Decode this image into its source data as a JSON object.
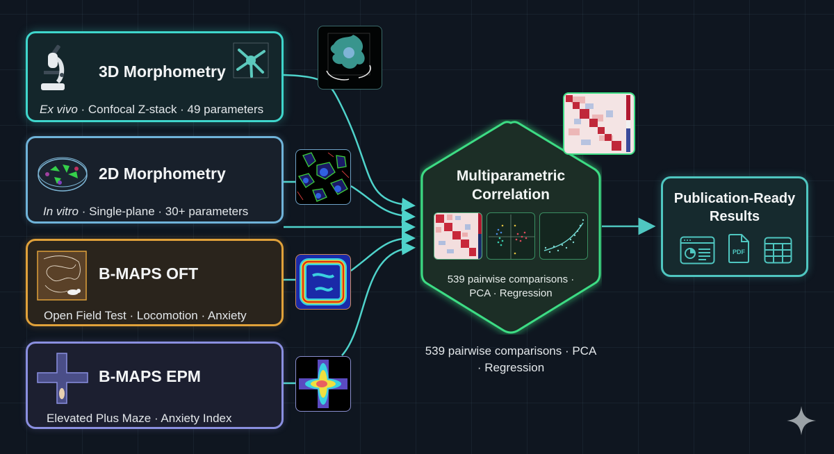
{
  "inputs": [
    {
      "title": "3D Morphometry",
      "subtitle_italic": "Ex vivo",
      "subtitle_rest": " · Confocal Z-stack · 49 parameters",
      "icon": "microscope-icon",
      "color": "#3fd6cc",
      "thumb": "3d-cell-mesh-thumbnail"
    },
    {
      "title": "2D Morphometry",
      "subtitle_italic": "In vitro",
      "subtitle_rest": " · Single-plane · 30+ parameters",
      "icon": "petri-dish-icon",
      "color": "#6fb3d9",
      "thumb": "fluorescent-cells-thumbnail"
    },
    {
      "title": "B-MAPS OFT",
      "subtitle_italic": "",
      "subtitle_rest": "Open Field Test · Locomotion · Anxiety",
      "icon": "open-field-track-icon",
      "color": "#e0a13a",
      "thumb": "open-field-heatmap-thumbnail"
    },
    {
      "title": "B-MAPS EPM",
      "subtitle_italic": "",
      "subtitle_rest": "Elevated Plus Maze · Anxiety Index",
      "icon": "plus-maze-icon",
      "color": "#8a8fe0",
      "thumb": "plus-maze-heatmap-thumbnail"
    }
  ],
  "hub": {
    "title_line1": "Multiparametric",
    "title_line2": "Correlation",
    "caption_line1": "539 pairwise comparisons ·",
    "caption_line2": "PCA · Regression",
    "color": "#3ddc84"
  },
  "hub_caption_below": {
    "line1": "539 pairwise comparisons · PCA",
    "line2": "· Regression"
  },
  "output": {
    "title_line1": "Publication-Ready",
    "title_line2": "Results",
    "icons": [
      "dashboard-report-icon",
      "pdf-file-icon",
      "table-icon"
    ],
    "pdf_label": "PDF",
    "color": "#4fc6c0"
  },
  "connector_color": "#4fd3cb",
  "background": "#0f1620"
}
